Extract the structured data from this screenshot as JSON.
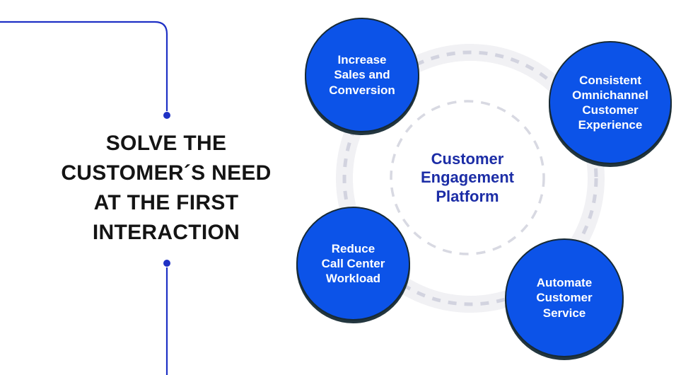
{
  "headline": {
    "text": "SOLVE THE\nCUSTOMER´S NEED\nAT THE FIRST\nINTERACTION"
  },
  "diagram": {
    "center": {
      "label": "Customer\nEngagement\nPlatform"
    },
    "nodes": [
      {
        "label": "Increase\nSales and\nConversion"
      },
      {
        "label": "Consistent\nOmnichannel\nCustomer\nExperience"
      },
      {
        "label": "Reduce\nCall Center\nWorkload"
      },
      {
        "label": "Automate\nCustomer\nService"
      }
    ],
    "colors": {
      "node_fill": "#0c53e8",
      "node_rim": "#1d323d",
      "node_text": "#ffffff",
      "center_text": "#1c2da6",
      "ring_band": "#f1f1f4",
      "ring_dash": "#d2d3df",
      "inner_dash": "#d8d9e2",
      "bracket": "#1f31c5",
      "headline_text": "#141414"
    }
  }
}
